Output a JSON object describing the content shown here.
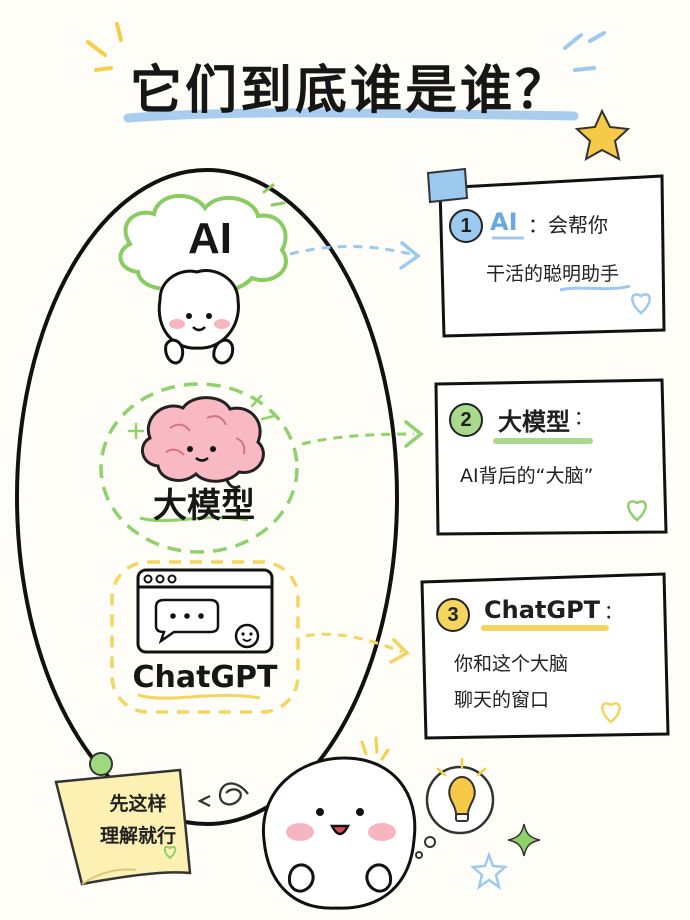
{
  "title": "它们到底谁是谁？",
  "nodes": {
    "ai": "AI",
    "llm": "大模型",
    "chatgpt": "ChatGPT"
  },
  "cards": [
    {
      "number": "1",
      "head": "AI",
      "head_suffix": "：会帮你",
      "body": [
        "干活的聪明助手"
      ],
      "accent": "#9cc9ef"
    },
    {
      "number": "2",
      "head": "大模型",
      "head_suffix": "：",
      "body": [
        "AI背后的“大脑”"
      ],
      "accent": "#a9d98c"
    },
    {
      "number": "3",
      "head": "ChatGPT",
      "head_suffix": "：",
      "body": [
        "你和这个大脑",
        "聊天的窗口"
      ],
      "accent": "#f6d767"
    }
  ],
  "note": [
    "先这样",
    "理解就行"
  ],
  "colors": {
    "blue": "#9cc9ef",
    "green": "#8fd16b",
    "yellow": "#f4d55f",
    "pink": "#f6b5bf",
    "star": "#f7c948"
  }
}
